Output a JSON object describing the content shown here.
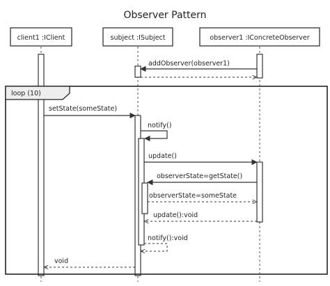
{
  "diagram": {
    "title": "Observer Pattern",
    "participants": [
      {
        "id": "client",
        "label": "client1 :IClient"
      },
      {
        "id": "subject",
        "label": "subject :ISubject"
      },
      {
        "id": "observer",
        "label": "observer1 :IConcreteObserver"
      }
    ],
    "loop": {
      "label": "loop (10)"
    },
    "messages": {
      "add_observer": "addObserver(observer1)",
      "set_state": "setState(someState)",
      "notify": "notify()",
      "update": "update()",
      "get_state": "observerState=getState()",
      "assign_state": "observerState=someState",
      "update_return": "update():void",
      "notify_return": "notify():void",
      "void_return": "void"
    }
  }
}
